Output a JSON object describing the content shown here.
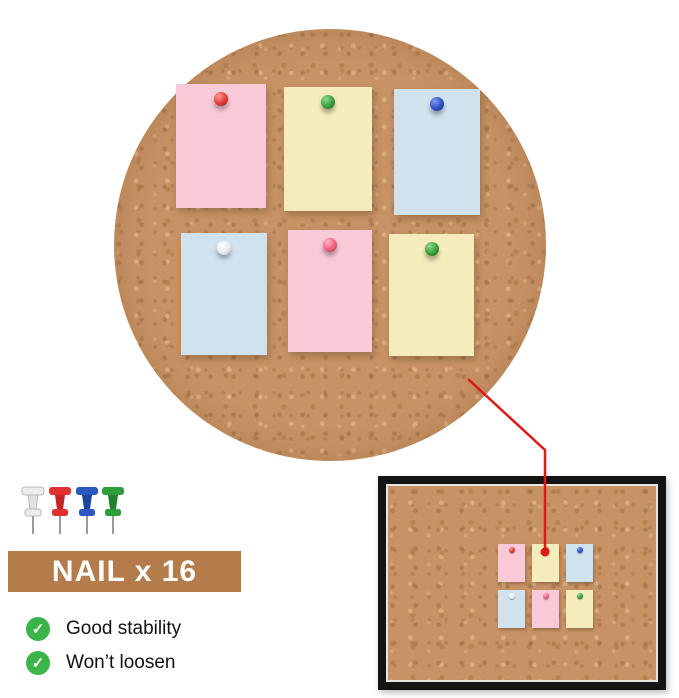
{
  "banner": {
    "label": "NAIL x 16",
    "bg_color": "#b57c4b",
    "text_color": "#ffffff"
  },
  "features": [
    {
      "label": "Good stability"
    },
    {
      "label": "Won’t loosen"
    }
  ],
  "zoom_circle": {
    "description": "magnified round cork area with six pinned sticky notes",
    "notes": [
      {
        "note_color": "pink",
        "pin_color": "red"
      },
      {
        "note_color": "yellow",
        "pin_color": "green"
      },
      {
        "note_color": "blue",
        "pin_color": "blue"
      },
      {
        "note_color": "blue",
        "pin_color": "white"
      },
      {
        "note_color": "pink",
        "pin_color": "pink"
      },
      {
        "note_color": "yellow",
        "pin_color": "green"
      }
    ]
  },
  "small_board": {
    "description": "black framed cork board with six mini sticky notes",
    "notes": [
      {
        "note_color": "pink",
        "pin_color": "red"
      },
      {
        "note_color": "yellow",
        "pin_color": "red"
      },
      {
        "note_color": "blue",
        "pin_color": "blue"
      },
      {
        "note_color": "blue",
        "pin_color": "white"
      },
      {
        "note_color": "pink",
        "pin_color": "pink"
      },
      {
        "note_color": "yellow",
        "pin_color": "green"
      }
    ]
  },
  "pin_legend": [
    {
      "color": "white"
    },
    {
      "color": "red"
    },
    {
      "color": "blue"
    },
    {
      "color": "green"
    }
  ],
  "colors": {
    "cork": "#c79264",
    "note_pink": "#f8c9d6",
    "note_yellow": "#f4ecba",
    "note_blue": "#cfe2ee",
    "pin_red": "#e23b32",
    "pin_green": "#3a9c3a",
    "pin_blue": "#2c50c4",
    "pin_white": "#e9e9e9",
    "pin_pink": "#ef5d7d",
    "frame_black": "#141414",
    "connector_red": "#e11818",
    "check_green": "#3bb54a"
  }
}
